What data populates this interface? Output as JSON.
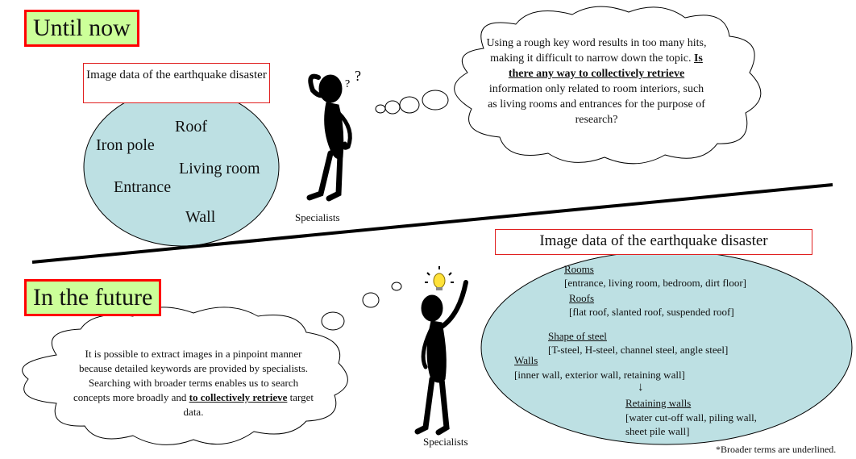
{
  "top": {
    "header": "Until now",
    "box_title": "Image data of the earthquake disaster",
    "keywords": [
      "Roof",
      "Iron pole",
      "Living room",
      "Entrance",
      "Wall"
    ],
    "person_caption": "Specialists",
    "thought": {
      "pre": "Using a rough key word results in too many hits, making it difficult to narrow down the topic. ",
      "bold": "Is there any way to collectively retrieve",
      "post": " information only related to room interiors, such as living rooms and entrances for the purpose of research?"
    }
  },
  "bottom": {
    "header": "In the future",
    "box_title": "Image data of the earthquake disaster",
    "person_caption": "Specialists",
    "thought": {
      "pre": "It is possible to extract images in a pinpoint manner because detailed keywords are provided by specialists. Searching with broader terms enables us to search concepts more broadly and ",
      "bold": "to collectively retrieve",
      "post": " target data."
    },
    "groups": [
      {
        "term": "Rooms",
        "items": "[entrance, living room, bedroom, dirt floor]"
      },
      {
        "term": "Roofs",
        "items": "[flat roof, slanted roof, suspended roof]"
      },
      {
        "term": "Shape of steel",
        "items": "[T-steel, H-steel, channel steel, angle steel]"
      },
      {
        "term": "Walls",
        "items": "[inner wall, exterior wall, retaining wall]"
      },
      {
        "term": "Retaining walls",
        "items_line1": "[water cut-off wall, piling wall,",
        "items_line2": "sheet pile wall]"
      }
    ],
    "arrow": "↓",
    "footnote": "*Broader terms are underlined."
  },
  "colors": {
    "ellipse_fill": "#bde0e3",
    "header_fill": "#ccff99",
    "border_red": "#ff0000"
  },
  "icons": [
    "thinking-person-icon",
    "lightbulb-person-icon",
    "thought-cloud-icon"
  ]
}
